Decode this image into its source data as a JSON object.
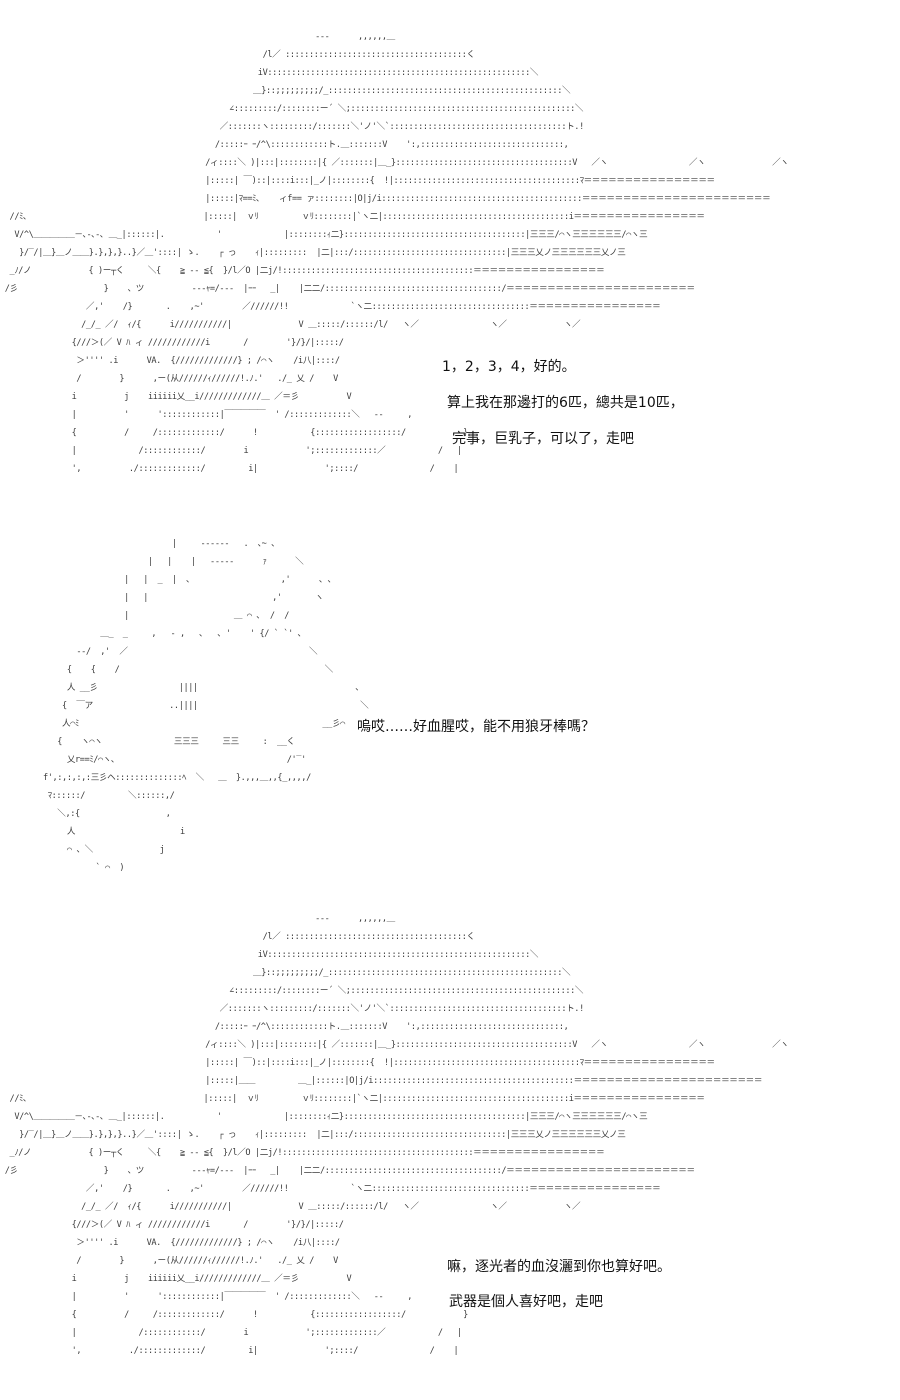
{
  "panels": [
    {
      "lines": [
        "1，2，3，4，好的。",
        "算上我在那邊打的6匹，總共是10匹，",
        "完事，巨乳子，可以了，走吧"
      ]
    },
    {
      "lines": [
        "嗚哎……好血腥哎，能不用狼牙棒嗎？"
      ]
    },
    {
      "lines": [
        "嘛，逐光者的血沒灑到你也算好吧。",
        "武器是個人喜好吧，走吧"
      ]
    }
  ]
}
